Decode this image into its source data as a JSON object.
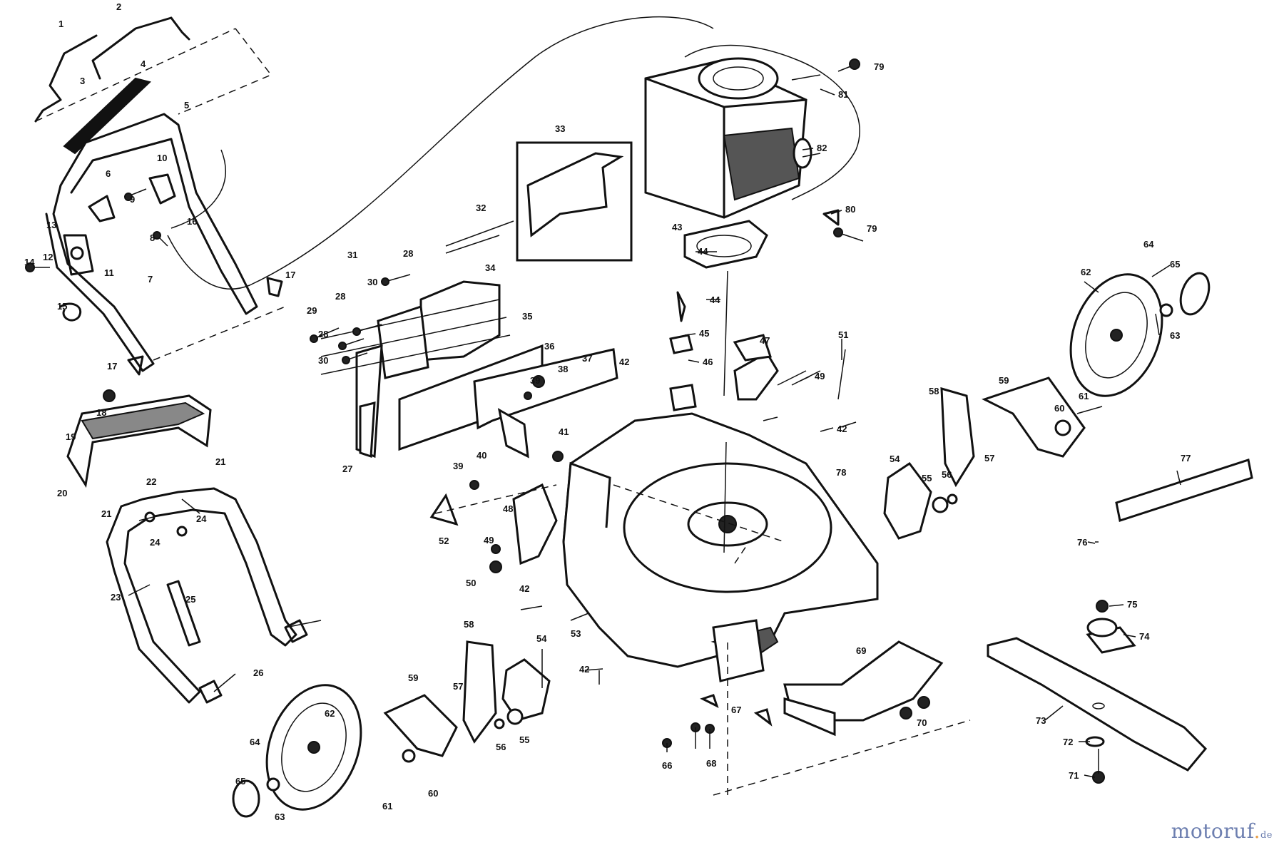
{
  "watermark": {
    "part1": "motoruf",
    "dot": ".",
    "tld": "de",
    "colors": {
      "primary": "#6d7fb0",
      "accent": "#e8a04a"
    }
  },
  "callouts": [
    "1",
    "2",
    "3",
    "4",
    "5",
    "6",
    "7",
    "8",
    "9",
    "10",
    "11",
    "12",
    "13",
    "14",
    "15",
    "16",
    "17",
    "18",
    "19",
    "20",
    "21",
    "22",
    "23",
    "24",
    "25",
    "26",
    "27",
    "28",
    "29",
    "30",
    "31",
    "32",
    "33",
    "34",
    "35",
    "36",
    "37",
    "38",
    "39",
    "40",
    "41",
    "42",
    "43",
    "44",
    "45",
    "46",
    "47",
    "48",
    "49",
    "50",
    "51",
    "52",
    "53",
    "54",
    "55",
    "56",
    "57",
    "58",
    "59",
    "60",
    "61",
    "62",
    "63",
    "64",
    "65",
    "66",
    "67",
    "68",
    "69",
    "70",
    "71",
    "72",
    "73",
    "74",
    "75",
    "76",
    "77",
    "78",
    "79",
    "80",
    "81",
    "82"
  ]
}
